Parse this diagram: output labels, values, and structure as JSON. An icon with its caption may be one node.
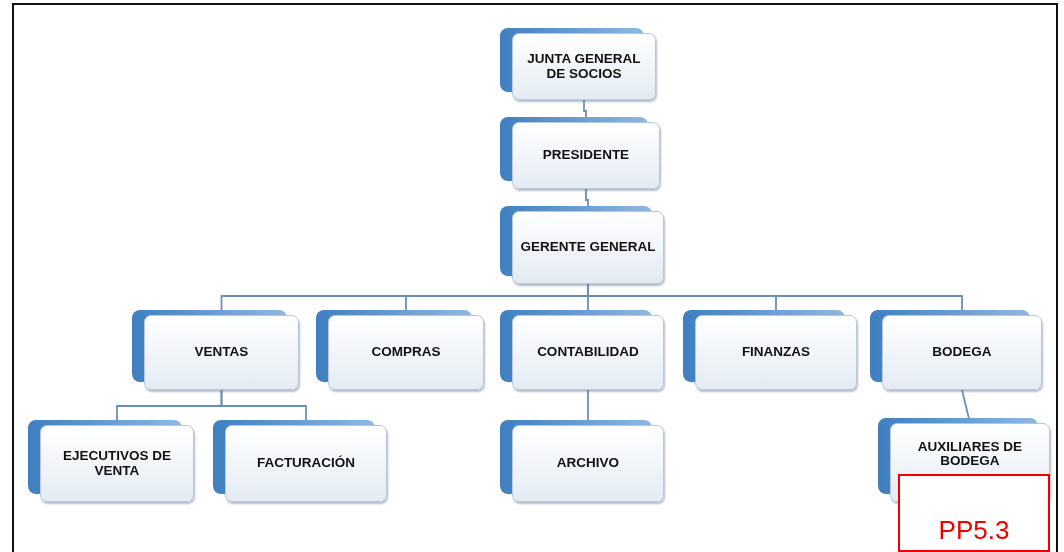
{
  "diagram": {
    "nodes": [
      {
        "text": [
          "JUNTA GENERAL DE SOCIOS"
        ]
      },
      {
        "text": [
          "PRESIDENTE"
        ]
      },
      {
        "text": [
          "GERENTE GENERAL"
        ]
      },
      {
        "text": [
          "VENTAS"
        ]
      },
      {
        "text": [
          "COMPRAS"
        ]
      },
      {
        "text": [
          "CONTABILIDAD"
        ]
      },
      {
        "text": [
          "FINANZAS"
        ]
      },
      {
        "text": [
          "BODEGA"
        ]
      },
      {
        "text": [
          "EJECUTIVOS DE VENTA"
        ]
      },
      {
        "text": [
          "FACTURACIÓN"
        ]
      },
      {
        "text": [
          "ARCHIVO"
        ]
      },
      {
        "text": [
          "AUXILIARES DE BODEGA"
        ]
      }
    ],
    "edges": [
      {
        "from": 0,
        "to": 1,
        "arrow": "none"
      },
      {
        "from": 1,
        "to": 2,
        "arrow": "none"
      },
      {
        "from": 2,
        "to": 3,
        "arrow": "none"
      },
      {
        "from": 2,
        "to": 4,
        "arrow": "none"
      },
      {
        "from": 2,
        "to": 5,
        "arrow": "none"
      },
      {
        "from": 2,
        "to": 6,
        "arrow": "none"
      },
      {
        "from": 2,
        "to": 7,
        "arrow": "none"
      },
      {
        "from": 3,
        "to": 8,
        "arrow": "none"
      },
      {
        "from": 3,
        "to": 9,
        "arrow": "none"
      },
      {
        "from": 5,
        "to": 10,
        "arrow": "none"
      },
      {
        "from": 7,
        "to": 11,
        "arrow": "none"
      }
    ],
    "labels": [
      "PP5.3"
    ]
  }
}
